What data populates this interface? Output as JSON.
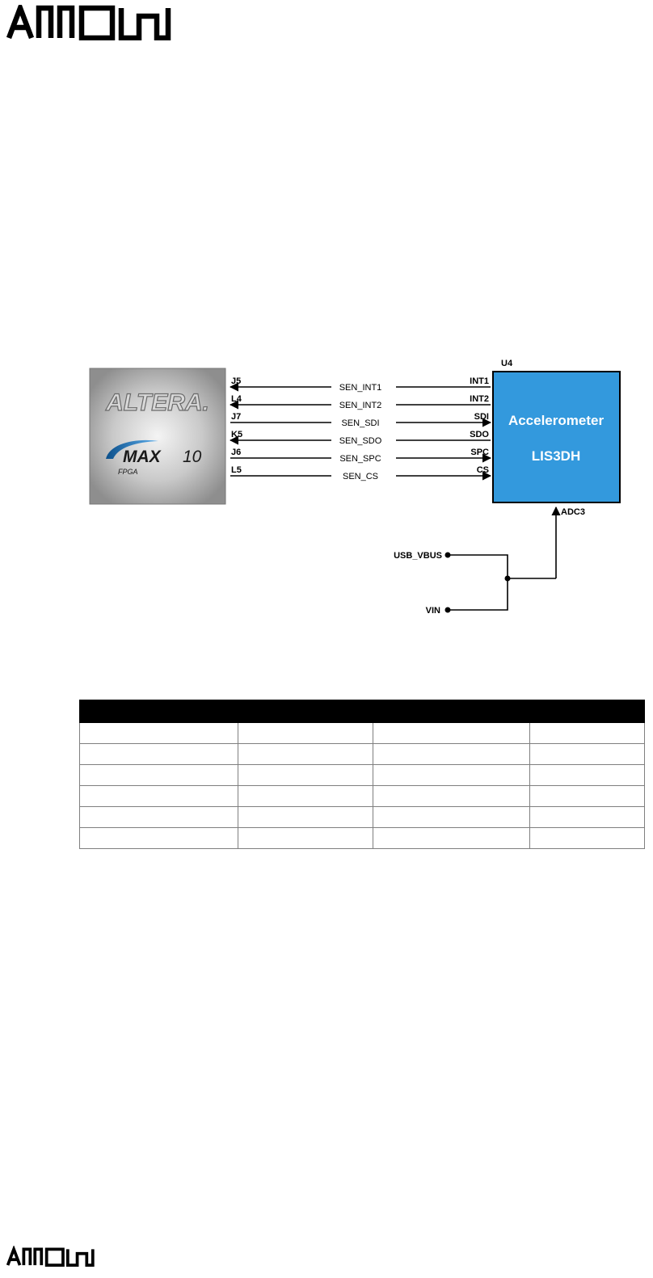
{
  "colors": {
    "accelerometer_fill": "#3399dd",
    "accelerometer_border": "#000000",
    "chip_gray": "#b7b7b7",
    "max10_blue": "#1f6fb0",
    "table_header": "#000000"
  },
  "branding": {
    "logo": "ARROW"
  },
  "diagram": {
    "fpga": {
      "brand": "ALTERA.",
      "product": "MAX",
      "product_suffix": "10",
      "family": "FPGA"
    },
    "accelerometer": {
      "ref": "U4",
      "name": "Accelerometer",
      "part": "LIS3DH",
      "adc_label": "ADC3"
    },
    "connections": [
      {
        "fpga_pin": "J5",
        "signal": "SEN_INT1",
        "acc_pin": "INT1",
        "direction": "to-fpga"
      },
      {
        "fpga_pin": "L4",
        "signal": "SEN_INT2",
        "acc_pin": "INT2",
        "direction": "to-fpga"
      },
      {
        "fpga_pin": "J7",
        "signal": "SEN_SDI",
        "acc_pin": "SDI",
        "direction": "to-accelerometer"
      },
      {
        "fpga_pin": "K5",
        "signal": "SEN_SDO",
        "acc_pin": "SDO",
        "direction": "to-fpga"
      },
      {
        "fpga_pin": "J6",
        "signal": "SEN_SPC",
        "acc_pin": "SPC",
        "direction": "to-accelerometer"
      },
      {
        "fpga_pin": "L5",
        "signal": "SEN_CS",
        "acc_pin": "CS",
        "direction": "to-accelerometer"
      }
    ],
    "power": {
      "usb": "USB_VBUS",
      "vin": "VIN"
    }
  },
  "table": {
    "headers": [
      "",
      "",
      "",
      ""
    ],
    "rows": [
      [
        "",
        "",
        "",
        ""
      ],
      [
        "",
        "",
        "",
        ""
      ],
      [
        "",
        "",
        "",
        ""
      ],
      [
        "",
        "",
        "",
        ""
      ],
      [
        "",
        "",
        "",
        ""
      ],
      [
        "",
        "",
        "",
        ""
      ]
    ]
  }
}
